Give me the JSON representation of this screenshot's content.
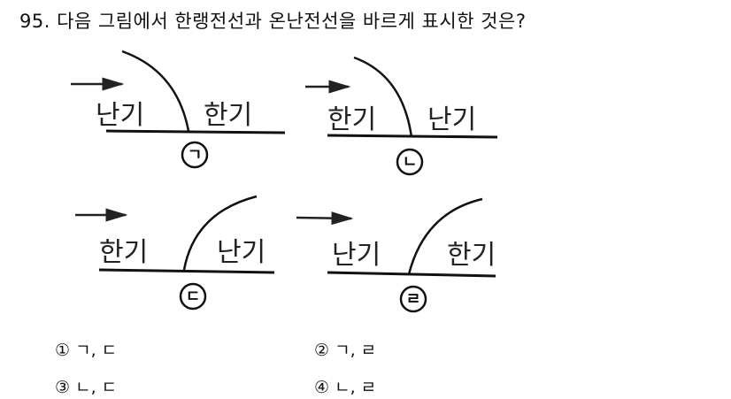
{
  "question": {
    "number": "95.",
    "text": "다음 그림에서 한랭전선과 온난전선을 바르게 표시한 것은?"
  },
  "figures": [
    {
      "mark": "ㄱ",
      "left_label": "난기",
      "right_label": "한기",
      "front_shape": "descending-curve"
    },
    {
      "mark": "ㄴ",
      "left_label": "한기",
      "right_label": "난기",
      "front_shape": "descending-curve"
    },
    {
      "mark": "ㄷ",
      "left_label": "한기",
      "right_label": "난기",
      "front_shape": "ascending-curve"
    },
    {
      "mark": "ㄹ",
      "left_label": "난기",
      "right_label": "한기",
      "front_shape": "ascending-curve"
    }
  ],
  "options": [
    {
      "num": "①",
      "text": "ㄱ, ㄷ"
    },
    {
      "num": "②",
      "text": "ㄱ, ㄹ"
    },
    {
      "num": "③",
      "text": "ㄴ, ㄷ"
    },
    {
      "num": "④",
      "text": "ㄴ, ㄹ"
    }
  ]
}
